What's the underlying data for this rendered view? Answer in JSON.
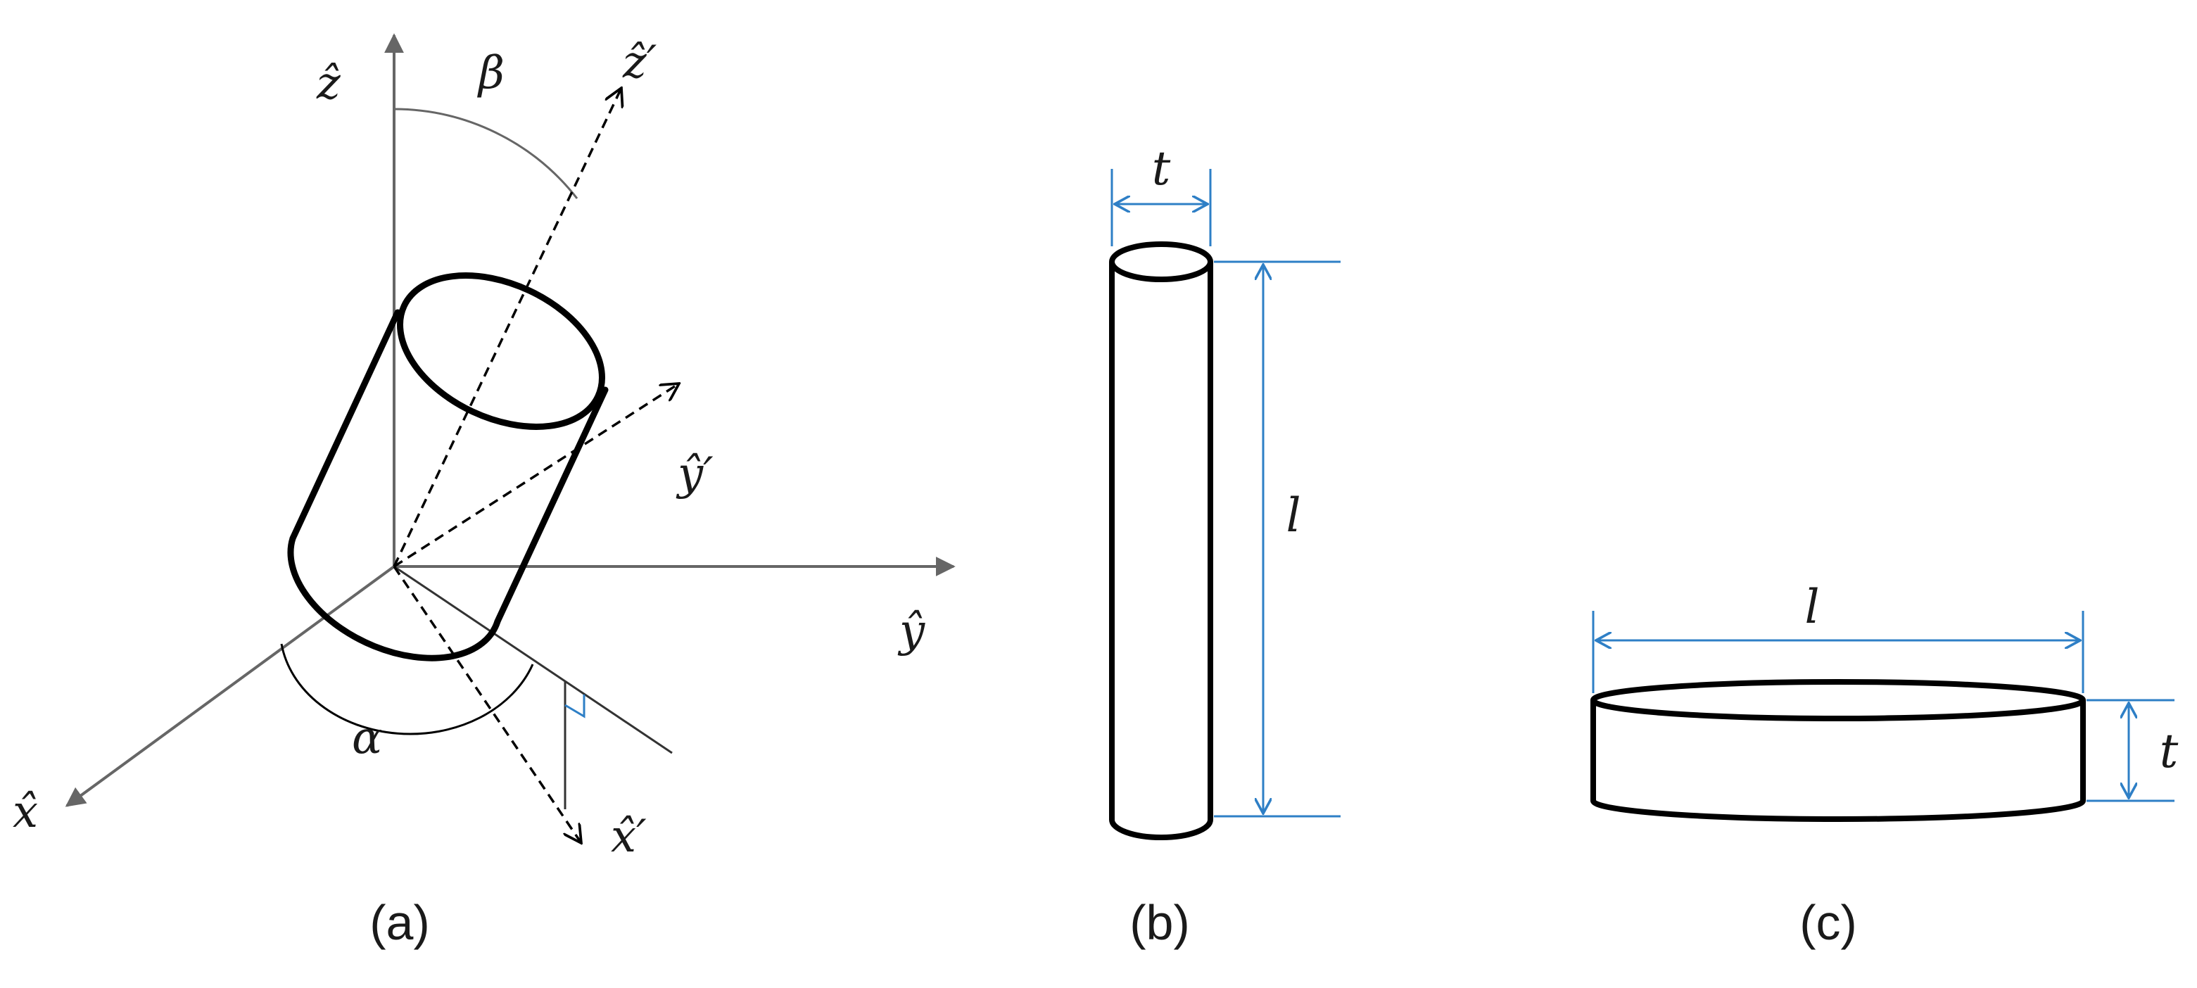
{
  "colors": {
    "axis": "#666666",
    "ink": "#000000",
    "dimension": "#2e7fc6"
  },
  "panel_a": {
    "caption": "(a)",
    "axes": {
      "x": "x̂",
      "y": "ŷ",
      "z": "ẑ",
      "x_prime": "x̂′",
      "y_prime": "ŷ′",
      "z_prime": "ẑ′"
    },
    "angles": {
      "alpha": "α",
      "beta": "β"
    }
  },
  "panel_b": {
    "caption": "(b)",
    "thickness": "t",
    "length": "l"
  },
  "panel_c": {
    "caption": "(c)",
    "thickness": "t",
    "length": "l"
  }
}
